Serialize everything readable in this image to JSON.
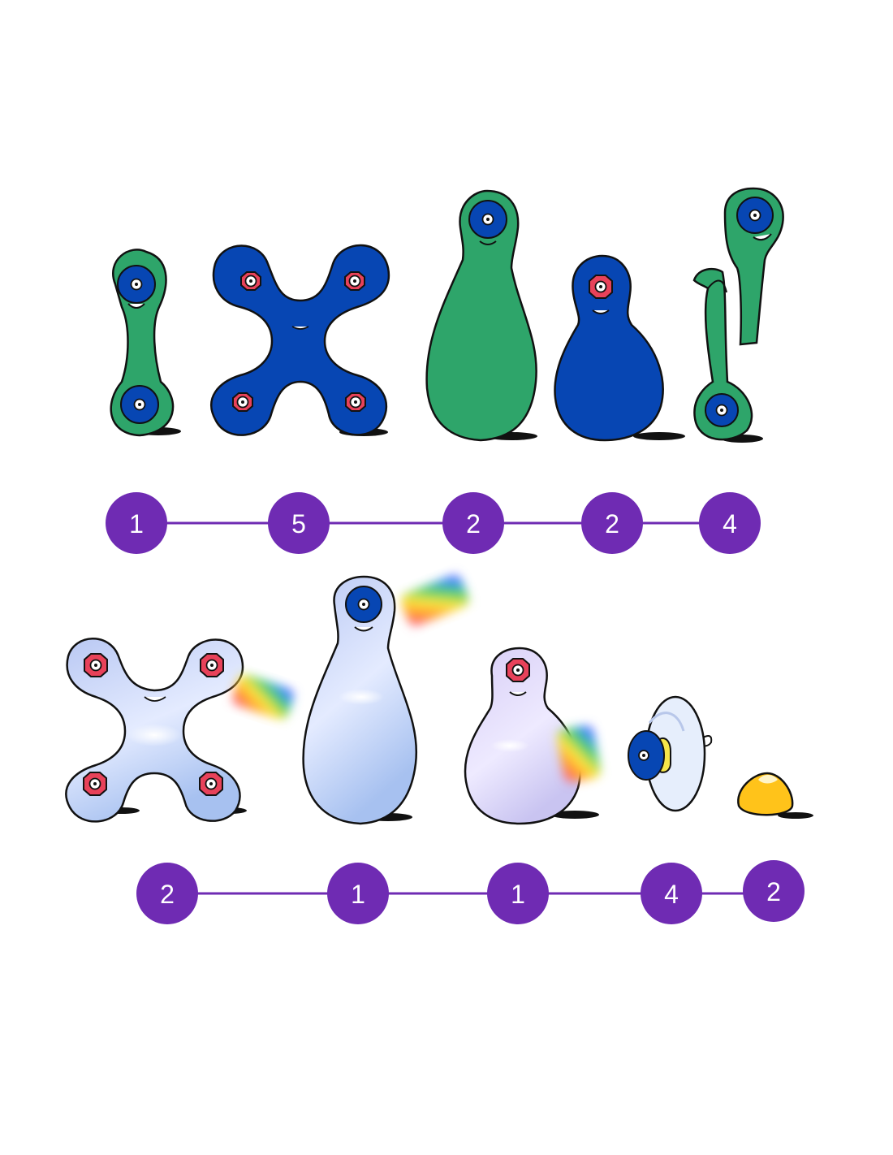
{
  "colors": {
    "green": "#2ea56a",
    "blue": "#0746b3",
    "red": "#e8425a",
    "purple": "#6f2bb3",
    "clear_light": "#c7d6f6",
    "clear_lilac": "#ddd4f6",
    "yellow": "#ffc31a",
    "outline": "#111111"
  },
  "row1": {
    "pieces": [
      {
        "name": "green-double-link-piece",
        "icon": "green-link-icon"
      },
      {
        "name": "blue-x-connector-piece",
        "icon": "blue-x-icon"
      },
      {
        "name": "green-tall-body-piece",
        "icon": "green-tall-body-icon"
      },
      {
        "name": "blue-round-body-piece",
        "icon": "blue-round-body-icon"
      },
      {
        "name": "green-flex-arm-piece",
        "icon": "green-flex-arm-icon"
      }
    ],
    "counts": [
      "1",
      "5",
      "2",
      "2",
      "4"
    ]
  },
  "row2": {
    "pieces": [
      {
        "name": "clear-x-connector-piece",
        "icon": "clear-x-icon"
      },
      {
        "name": "clear-tall-body-piece",
        "icon": "clear-tall-body-icon"
      },
      {
        "name": "clear-round-body-piece",
        "icon": "clear-round-body-icon"
      },
      {
        "name": "suction-cup-piece",
        "icon": "suction-cup-icon"
      },
      {
        "name": "yellow-putty-piece",
        "icon": "yellow-putty-icon"
      }
    ],
    "counts": [
      "2",
      "1",
      "1",
      "4",
      "2"
    ]
  }
}
